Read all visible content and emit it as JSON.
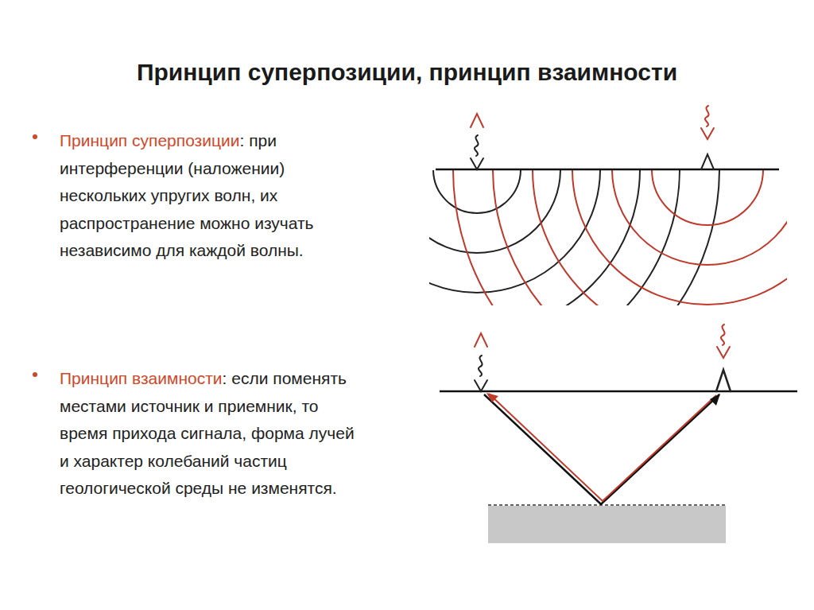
{
  "diagram": {
    "title": "Принцип суперпозиции, принцип взаимности",
    "labels": [
      "Принцип суперпозиции",
      ": при интерференции (наложении) нескольких упругих волн, их распространение можно изучать независимо для каждой волны.",
      "Принцип взаимности",
      ": если поменять местами источник и приемник, то время прихода сигнала, форма лучей и характер колебаний частиц геологической среды не изменятся."
    ]
  }
}
